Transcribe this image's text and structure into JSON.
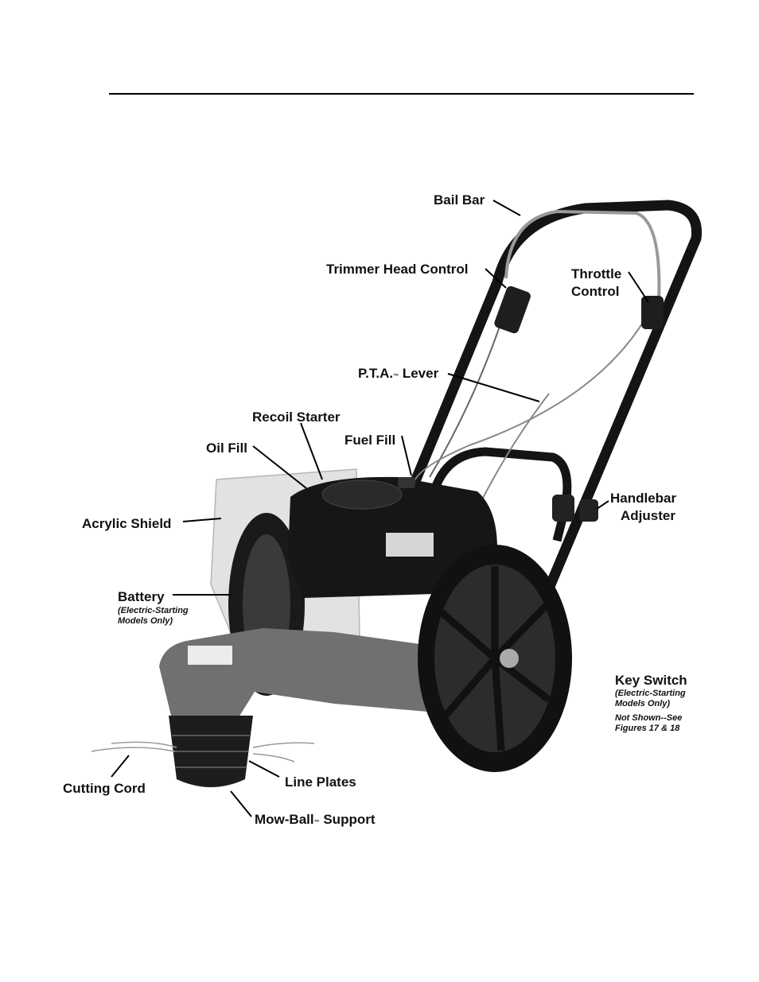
{
  "labels": {
    "bail_bar": "Bail Bar",
    "trimmer_head_control": "Trimmer Head Control",
    "throttle_control_1": "Throttle",
    "throttle_control_2": "Control",
    "pta_lever": "P.T.A.",
    "pta_tm": "™",
    "pta_lever_word": "Lever",
    "recoil_starter": "Recoil Starter",
    "oil_fill": "Oil Fill",
    "fuel_fill": "Fuel Fill",
    "acrylic_shield": "Acrylic Shield",
    "handlebar_adjuster_1": "Handlebar",
    "handlebar_adjuster_2": "Adjuster",
    "battery": "Battery",
    "battery_note_1": "(Electric-Starting",
    "battery_note_2": "Models Only)",
    "key_switch": "Key Switch",
    "key_switch_note_1": "(Electric-Starting",
    "key_switch_note_2": "Models Only)",
    "key_switch_note_3": "Not Shown--See",
    "key_switch_note_4": "Figures 17 & 18",
    "cutting_cord": "Cutting Cord",
    "line_plates": "Line Plates",
    "mow_ball": "Mow-Ball",
    "mow_ball_tm": "™",
    "mow_ball_support": "Support"
  },
  "colors": {
    "body_dark": "#1c1c1c",
    "deck_gray": "#6f6f6f",
    "shield": "#dcdcdc",
    "line": "#000000"
  }
}
